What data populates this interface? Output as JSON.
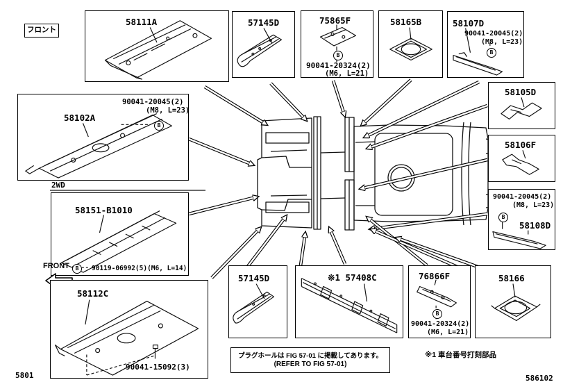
{
  "page": {
    "front_label_jp": "フロント",
    "front_label_en": "FRONT",
    "drive_label": "2WD",
    "fig_code_left": "5801",
    "fig_code_right": "586102",
    "stamp_note": "※1 車台番号打刻部品",
    "note": {
      "line1_jp": "プラグホールは FIG 57-01 に掲載してあります。",
      "line2_en": "(REFER TO FIG 57-01)"
    }
  },
  "symbols": {
    "bolt_b": "B"
  },
  "parts": {
    "p58111a": {
      "number": "58111A"
    },
    "p57145d_top": {
      "number": "57145D"
    },
    "p75865f": {
      "number": "75865F",
      "fastener": "90041-20324(2)",
      "spec": "(M6, L=21)"
    },
    "p58165b": {
      "number": "58165B"
    },
    "p58107d": {
      "number": "58107D",
      "fastener": "90041-20045(2)",
      "spec": "(M8, L=23)"
    },
    "p58105d": {
      "number": "58105D"
    },
    "p58106f": {
      "number": "58106F"
    },
    "p58108d": {
      "number": "58108D",
      "fastener": "90041-20045(2)",
      "spec": "(M8, L=23)"
    },
    "p58102a": {
      "number": "58102A",
      "fastener": "90041-20045(2)",
      "spec": "(M8, L=23)"
    },
    "p58151": {
      "number": "58151-B1010",
      "fastener": "90119-06992(5)",
      "spec": "(M6, L=14)"
    },
    "p58112c": {
      "number": "58112C",
      "fastener": "90041-15092(3)"
    },
    "p57145d_bottom": {
      "number": "57145D"
    },
    "p57408c": {
      "number": "※1 57408C"
    },
    "p76866f": {
      "number": "76866F",
      "fastener": "90041-20324(2)",
      "spec": "(M6, L=21)"
    },
    "p58166": {
      "number": "58166"
    }
  }
}
